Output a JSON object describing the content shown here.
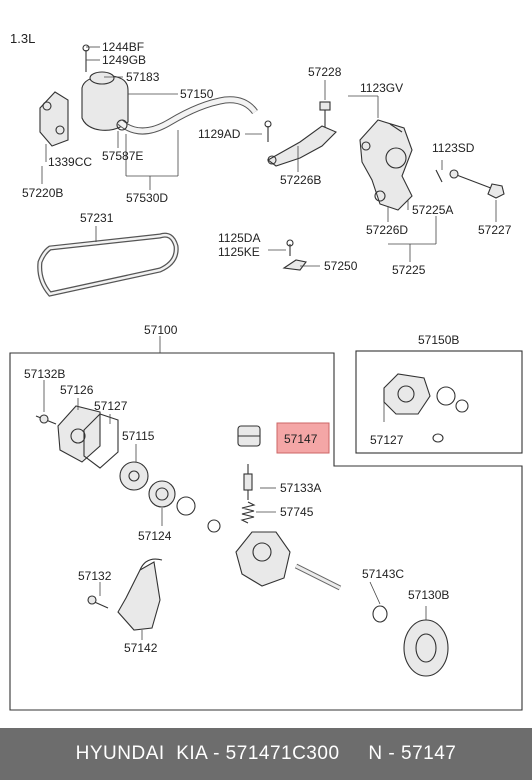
{
  "engine_label": "1.3L",
  "parts": {
    "p1244BF": "1244BF",
    "p1249GB": "1249GB",
    "p57183": "57183",
    "p57150": "57150",
    "p1129AD": "1129AD",
    "p1339CC": "1339CC",
    "p57587E": "57587E",
    "p57220B": "57220B",
    "p57530D": "57530D",
    "p57228": "57228",
    "p1123GV": "1123GV",
    "p57226B": "57226B",
    "p1123SD": "1123SD",
    "p57225A": "57225A",
    "p57226D": "57226D",
    "p57227": "57227",
    "p57225": "57225",
    "p57231": "57231",
    "p1125DA": "1125DA",
    "p1125KE": "1125KE",
    "p57250": "57250",
    "p57100": "57100",
    "p57150B": "57150B",
    "p57132B": "57132B",
    "p57126": "57126",
    "p57127": "57127",
    "p57115": "57115",
    "p57147": "57147",
    "p57127b": "57127",
    "p57133A": "57133A",
    "p57124": "57124",
    "p57745": "57745",
    "p57143C": "57143C",
    "p57132": "57132",
    "p57130B": "57130B",
    "p57142": "57142"
  },
  "highlight_color": "#f4a6a6",
  "footer_text": "HYUNDAI  KIA - 571471C300     N - 57147"
}
